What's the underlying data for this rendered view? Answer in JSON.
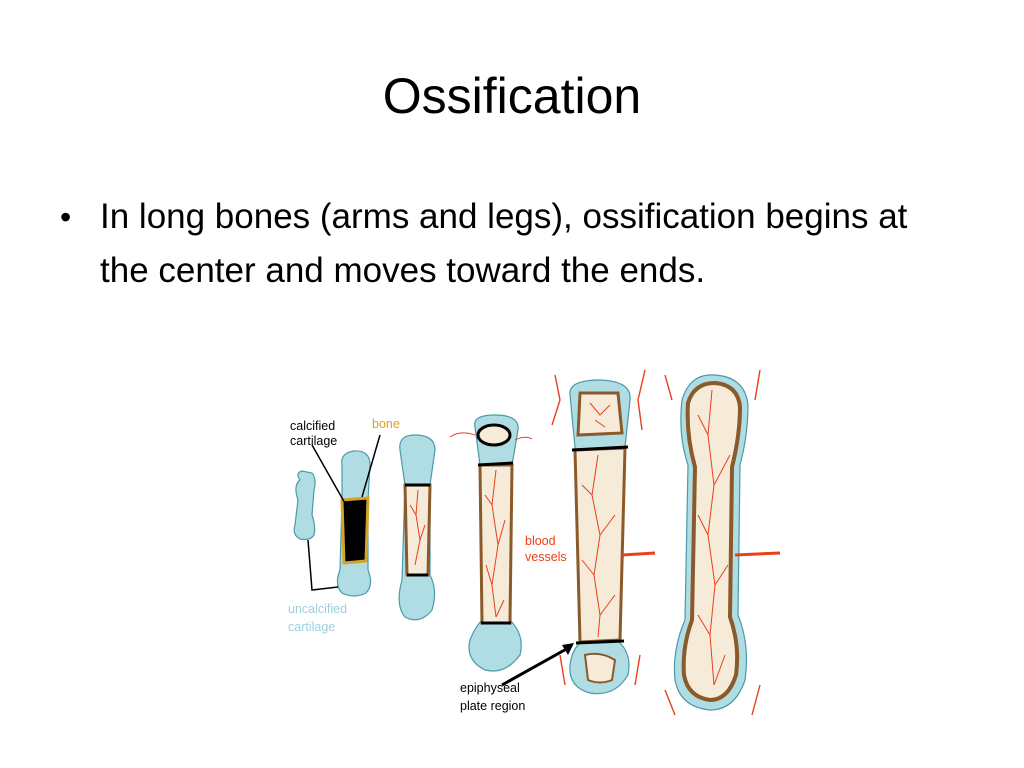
{
  "slide": {
    "title": "Ossification",
    "bullet_marker": "•",
    "bullet_text": "In long bones (arms and legs), ossification begins at the center and moves toward the ends."
  },
  "figure": {
    "labels": {
      "calcified_1": "calcified",
      "calcified_2": "cartilage",
      "bone": "bone",
      "blood_1": "blood",
      "blood_2": "vessels",
      "uncalcified_1": "uncalcified",
      "uncalcified_2": "cartilage",
      "epiphyseal_1": "epiphyseal",
      "epiphyseal_2": "plate region"
    },
    "colors": {
      "cartilage": "#b0dde3",
      "bone": "#8b5a2b",
      "vessels": "#e8401c",
      "bone_label": "#d4a42a",
      "uncalcified_label": "#9ccfe0",
      "blood_label": "#e8401c",
      "calcified": "#000000"
    }
  }
}
